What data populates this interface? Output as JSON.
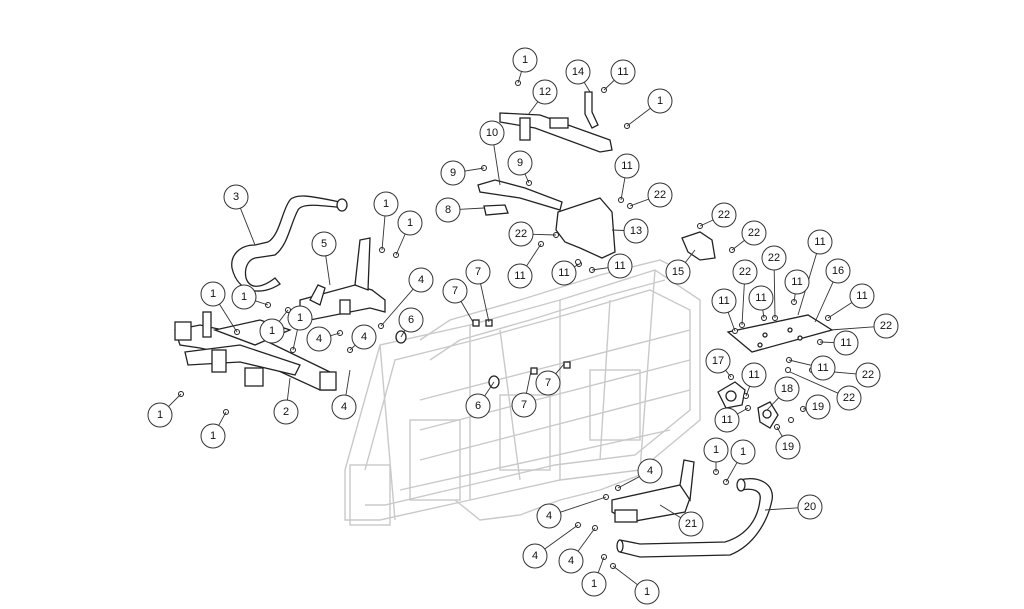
{
  "diagram": {
    "callouts": [
      {
        "label": "1"
      },
      {
        "label": "14"
      },
      {
        "label": "11"
      },
      {
        "label": "12"
      },
      {
        "label": "1"
      },
      {
        "label": "10"
      },
      {
        "label": "11"
      },
      {
        "label": "9"
      },
      {
        "label": "9"
      },
      {
        "label": "22"
      },
      {
        "label": "8"
      },
      {
        "label": "3"
      },
      {
        "label": "1"
      },
      {
        "label": "1"
      },
      {
        "label": "22"
      },
      {
        "label": "13"
      },
      {
        "label": "11"
      },
      {
        "label": "5"
      },
      {
        "label": "11"
      },
      {
        "label": "22"
      },
      {
        "label": "11"
      },
      {
        "label": "22"
      },
      {
        "label": "15"
      },
      {
        "label": "11"
      },
      {
        "label": "22"
      },
      {
        "label": "22"
      },
      {
        "label": "16"
      },
      {
        "label": "4"
      },
      {
        "label": "7"
      },
      {
        "label": "7"
      },
      {
        "label": "11"
      },
      {
        "label": "11"
      },
      {
        "label": "11"
      },
      {
        "label": "11"
      },
      {
        "label": "1"
      },
      {
        "label": "1"
      },
      {
        "label": "1"
      },
      {
        "label": "6"
      },
      {
        "label": "4"
      },
      {
        "label": "4"
      },
      {
        "label": "1"
      },
      {
        "label": "22"
      },
      {
        "label": "11"
      },
      {
        "label": "11"
      },
      {
        "label": "22"
      },
      {
        "label": "17"
      },
      {
        "label": "11"
      },
      {
        "label": "18"
      },
      {
        "label": "7"
      },
      {
        "label": "6"
      },
      {
        "label": "7"
      },
      {
        "label": "4"
      },
      {
        "label": "2"
      },
      {
        "label": "22"
      },
      {
        "label": "19"
      },
      {
        "label": "1"
      },
      {
        "label": "11"
      },
      {
        "label": "19"
      },
      {
        "label": "1"
      },
      {
        "label": "1"
      },
      {
        "label": "1"
      },
      {
        "label": "4"
      },
      {
        "label": "20"
      },
      {
        "label": "4"
      },
      {
        "label": "21"
      },
      {
        "label": "4"
      },
      {
        "label": "4"
      },
      {
        "label": "1"
      },
      {
        "label": "1"
      }
    ]
  }
}
